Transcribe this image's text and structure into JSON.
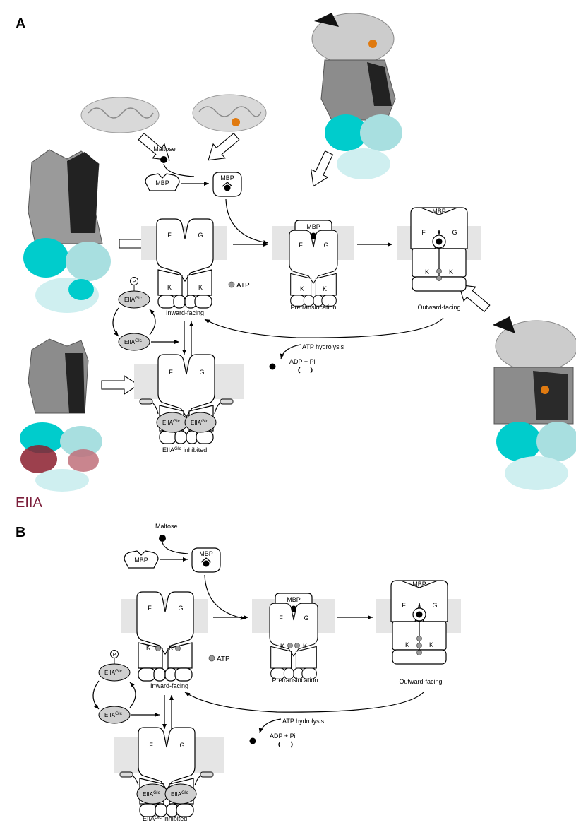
{
  "panel_a": {
    "letter": "A",
    "maltose_label": "Maltose",
    "mbp_label": "MBP",
    "atp_label": "ATP",
    "f_label": "F",
    "g_label": "G",
    "k_label": "K",
    "state_inward": "Inward-facing",
    "state_pretrans": "Pretranslocation",
    "state_outward": "Outward-facing",
    "atp_hydrolysis": "ATP  hydrolysis",
    "adp_pi": "ADP + Pi",
    "p_label": "P",
    "eiia_base": "EIIA",
    "eiia_sup": "Glc",
    "inhibited_label": "inhibited",
    "eiia_structure_label": "EIIA"
  },
  "panel_b": {
    "letter": "B",
    "maltose_label": "Maltose",
    "mbp_label": "MBP",
    "atp_label": "ATP",
    "f_label": "F",
    "g_label": "G",
    "k_label": "K",
    "state_inward": "Inward-facing",
    "state_pretrans": "Pretranslocation",
    "state_outward": "Outward-facing",
    "atp_hydrolysis": "ATP  hydrolysis",
    "adp_pi": "ADP + Pi",
    "p_label": "P",
    "eiia_base": "EIIA",
    "eiia_sup": "Glc",
    "inhibited_label": "inhibited"
  },
  "colors": {
    "membrane": "#e5e5e5",
    "cyan": "#00cccc",
    "light_cyan": "#a8dfe0",
    "dark_gray": "#3a3a3a",
    "mid_gray": "#7a7a7a",
    "light_gray": "#bdbdbd",
    "orange": "#e07a10",
    "dark_red": "#8b1e2e",
    "eiia_fill": "#cfcfcf"
  }
}
